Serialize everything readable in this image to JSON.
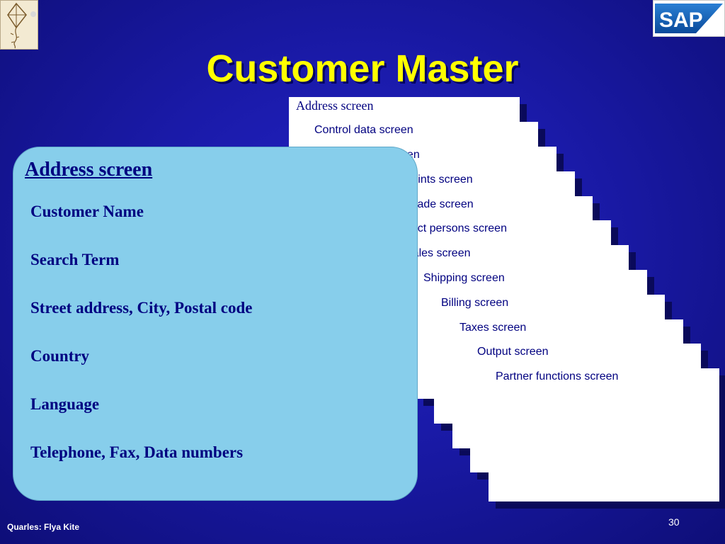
{
  "slide": {
    "title": "Customer Master",
    "footer": "Quarles: Flya Kite",
    "page_number": "30"
  },
  "logos": {
    "left": "kite-icon",
    "right": "SAP"
  },
  "screens": [
    "Address screen",
    "Control data screen",
    "Marketing screen",
    "Unloading points screen",
    "Foreign trade screen",
    "Contact persons screen",
    "Sales screen",
    "Shipping screen",
    "Billing screen",
    "Taxes screen",
    "Output screen",
    "Partner functions screen"
  ],
  "panel": {
    "heading": "Address screen",
    "fields": [
      "Customer Name",
      "Search Term",
      "Street address, City, Postal code",
      "Country",
      "Language",
      "Telephone,  Fax,  Data numbers"
    ]
  },
  "colors": {
    "background": "#1a1aa8",
    "title": "#ffff00",
    "panel": "#87ceeb",
    "text": "#000080"
  }
}
